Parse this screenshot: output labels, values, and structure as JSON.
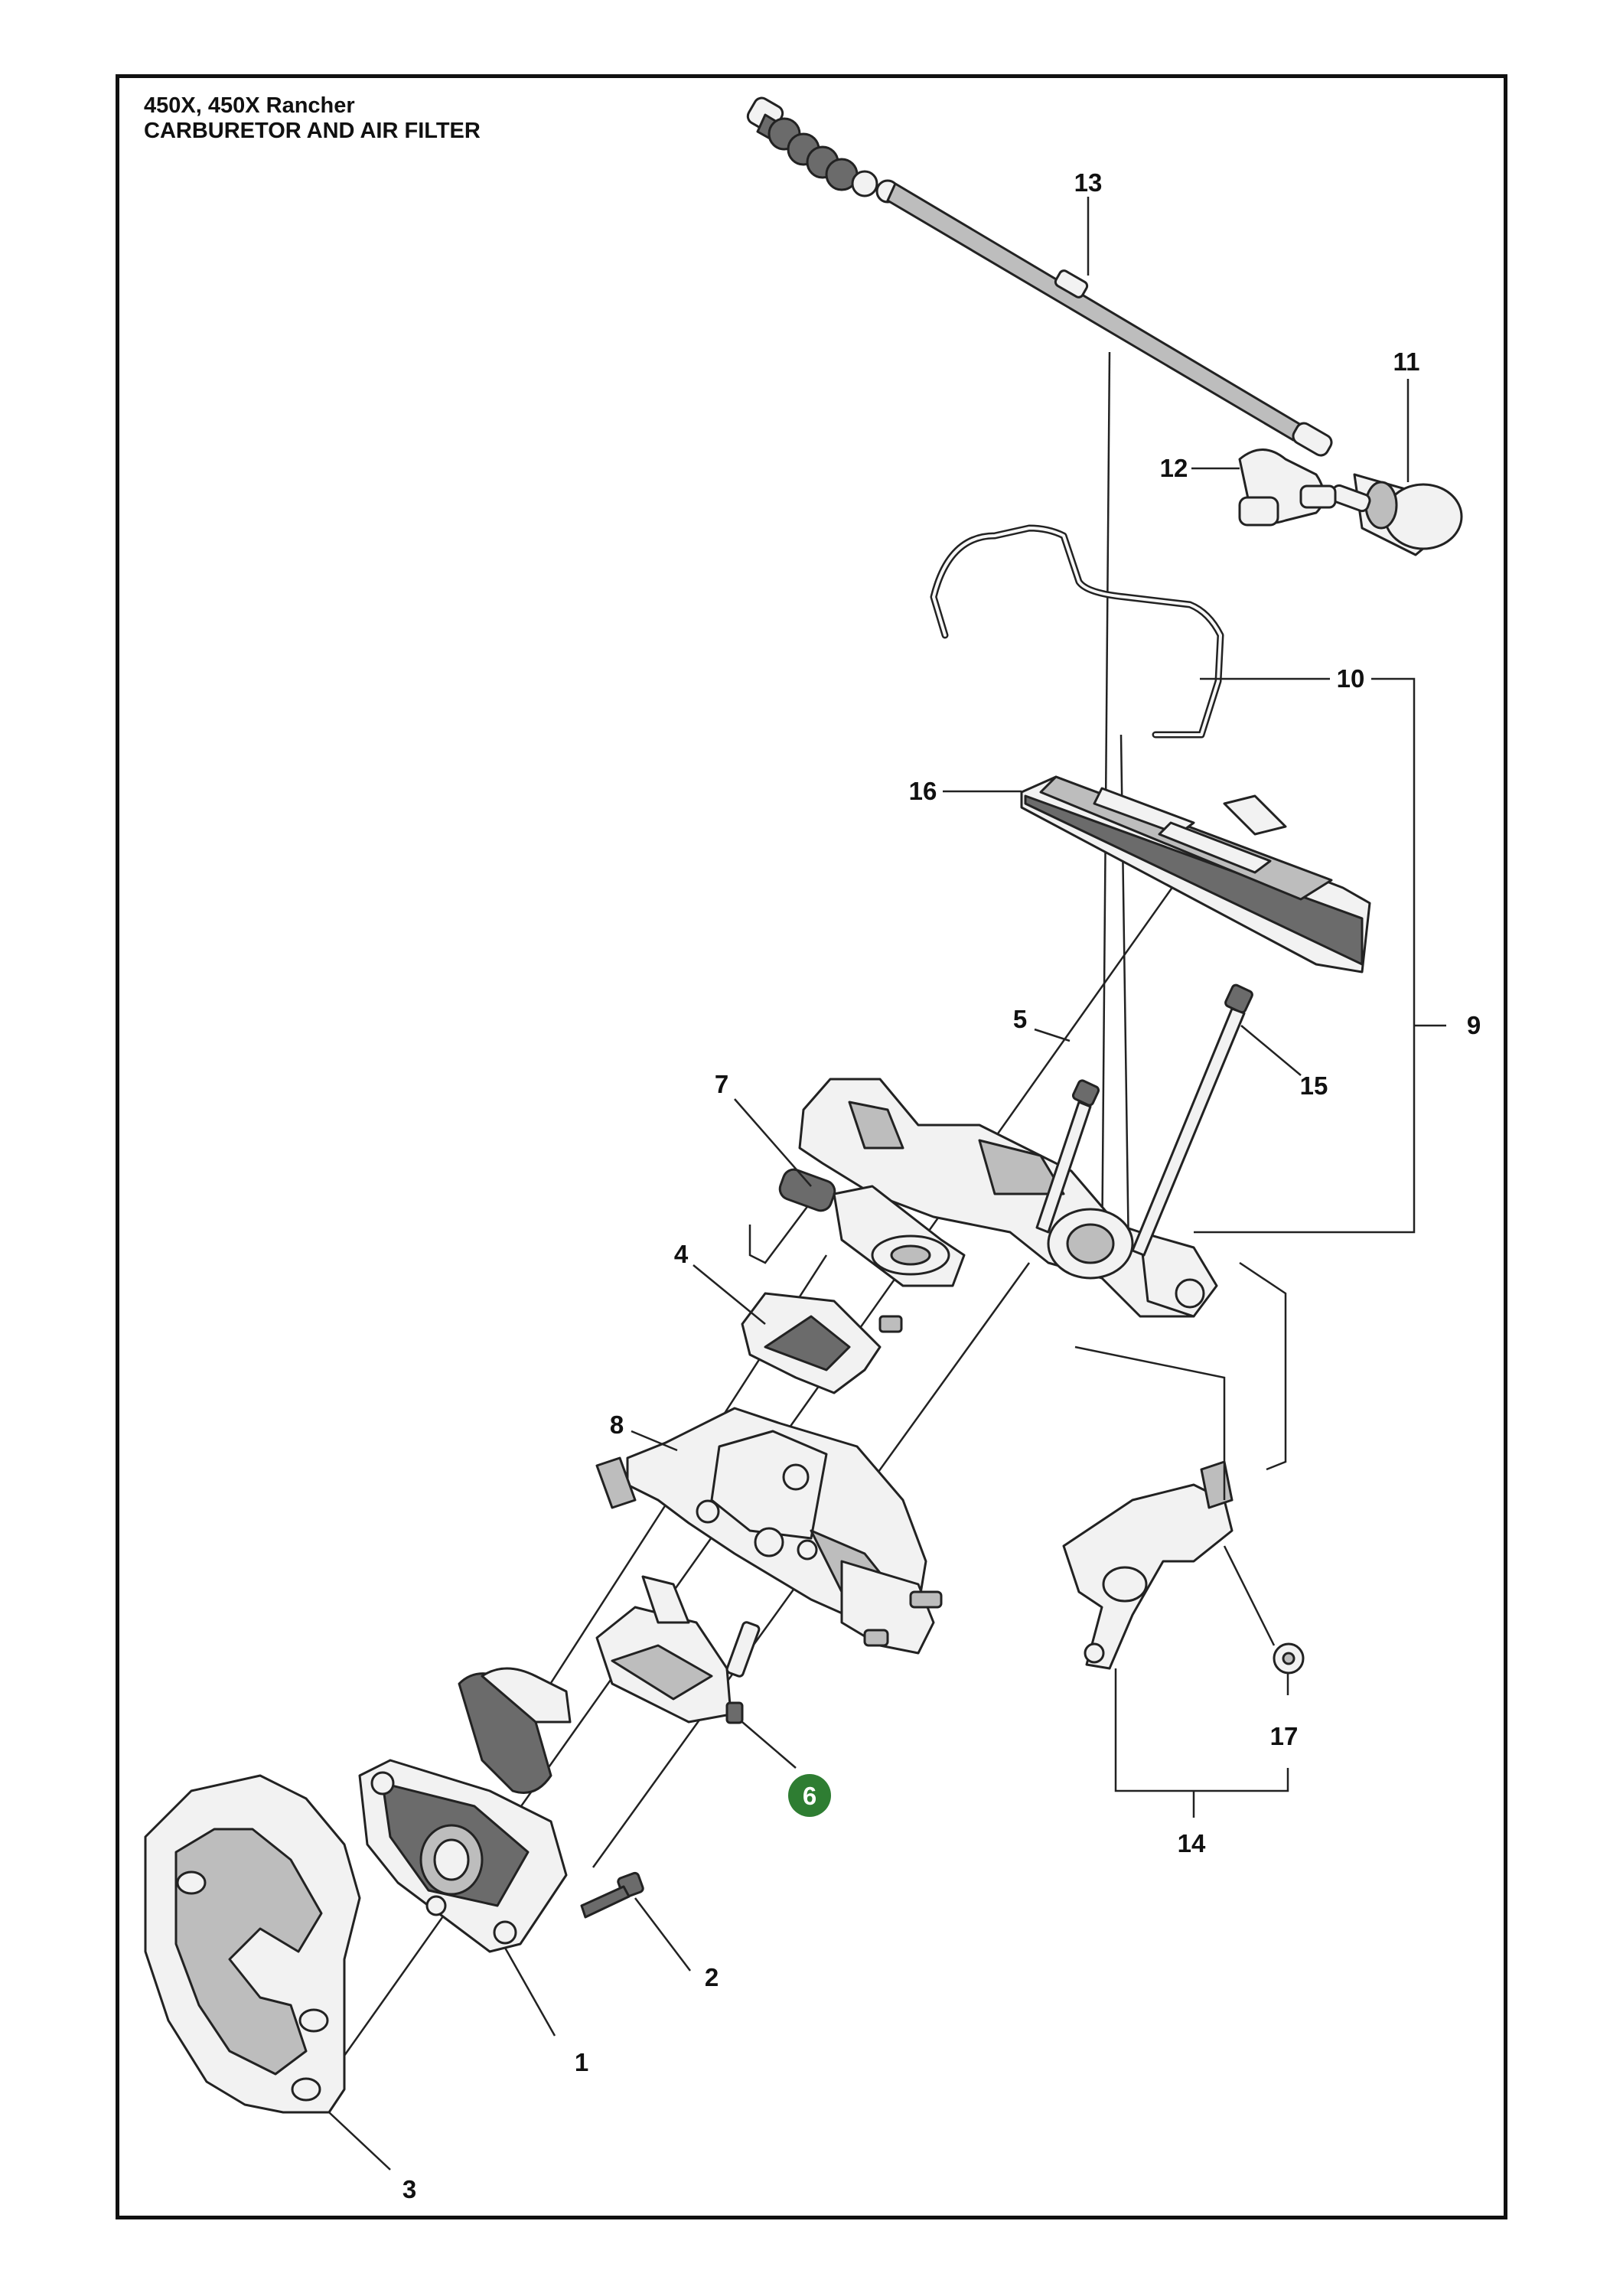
{
  "header": {
    "model": "450X, 450X Rancher",
    "section": "CARBURETOR AND AIR FILTER"
  },
  "callouts": [
    {
      "id": "1",
      "text": "1"
    },
    {
      "id": "2",
      "text": "2"
    },
    {
      "id": "3",
      "text": "3"
    },
    {
      "id": "4",
      "text": "4"
    },
    {
      "id": "5",
      "text": "5"
    },
    {
      "id": "6",
      "text": "6",
      "highlighted": true
    },
    {
      "id": "7",
      "text": "7"
    },
    {
      "id": "8",
      "text": "8"
    },
    {
      "id": "9",
      "text": "9"
    },
    {
      "id": "10",
      "text": "10"
    },
    {
      "id": "11",
      "text": "11"
    },
    {
      "id": "12",
      "text": "12"
    },
    {
      "id": "13",
      "text": "13"
    },
    {
      "id": "14",
      "text": "14"
    },
    {
      "id": "15",
      "text": "15"
    },
    {
      "id": "16",
      "text": "16"
    },
    {
      "id": "17",
      "text": "17"
    }
  ],
  "colors": {
    "highlight": "#2e7d32",
    "line": "#222222",
    "frame": "#111111"
  }
}
